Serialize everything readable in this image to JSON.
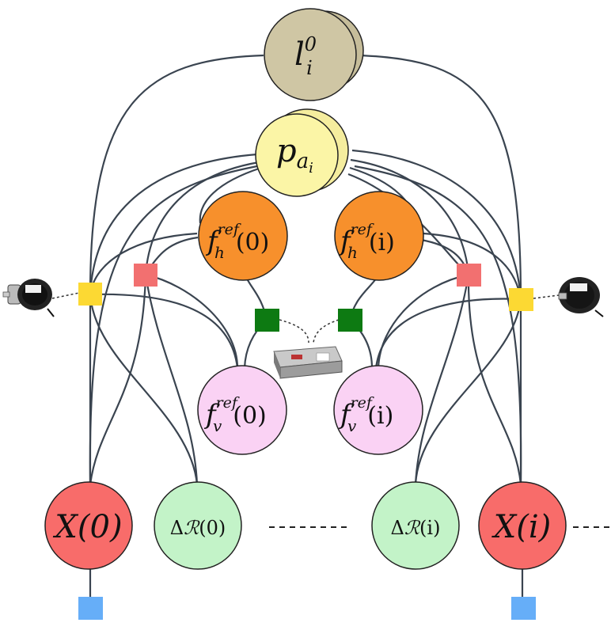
{
  "colors": {
    "landmark": "#cfc6a4",
    "pose": "#fbf5a6",
    "force_h": "#f7902c",
    "force_v": "#fad2f4",
    "state": "#f86c6a",
    "delta": "#c3f3c8",
    "edge": "#3a4450",
    "factor_yellow": "#fcd933",
    "factor_red": "#f27070",
    "factor_green": "#0d7a12",
    "factor_blue": "#66aef8"
  },
  "nodes": {
    "landmark": {
      "base": "l",
      "sub": "i",
      "sup": "0"
    },
    "pose": {
      "base": "p",
      "sub": "a",
      "subsub": "i"
    },
    "fh0": {
      "base": "f",
      "sub": "h",
      "sup": "ref",
      "arg": "(0)"
    },
    "fhi": {
      "base": "f",
      "sub": "h",
      "sup": "ref",
      "arg": "(i)"
    },
    "fv0": {
      "base": "f",
      "sub": "v",
      "sup": "ref",
      "arg": "(0)"
    },
    "fvi": {
      "base": "f",
      "sub": "v",
      "sup": "ref",
      "arg": "(i)"
    },
    "x0": {
      "text": "X(0)"
    },
    "xi": {
      "text": "X(i)"
    },
    "d0": {
      "prefix": "Δ",
      "script": "ℛ",
      "arg": "(0)"
    },
    "di": {
      "prefix": "Δ",
      "script": "ℛ",
      "arg": "(i)"
    }
  },
  "icons": [
    "rotary-encoder-icon",
    "rotary-encoder-icon",
    "load-cell-icon"
  ]
}
